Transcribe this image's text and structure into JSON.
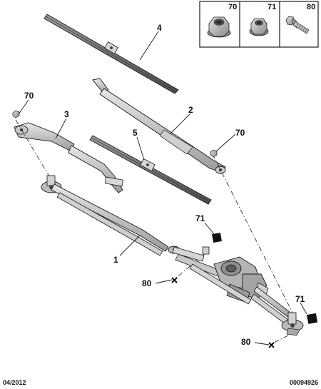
{
  "inset": {
    "cells": [
      {
        "ref": "70",
        "icon": "hex-nut-flanged"
      },
      {
        "ref": "71",
        "icon": "hex-nut-small"
      },
      {
        "ref": "80",
        "icon": "hex-bolt"
      }
    ]
  },
  "callouts": {
    "wiper_blade_upper": "4",
    "wiper_arm_right": "2",
    "wiper_arm_left": "3",
    "wiper_blade_lower": "5",
    "linkage": "1",
    "nut_left": "70",
    "nut_right": "70",
    "nut_motor": "71",
    "nut_right_pivot": "71",
    "bolt_motor": "80",
    "bolt_right": "80"
  },
  "footer": {
    "date": "04/2012",
    "reference": "00094926"
  },
  "colors": {
    "line": "#1a1a1a",
    "part_fill": "#b9b9b9",
    "part_dark": "#6f6f6f",
    "square_marker": "#111111"
  }
}
